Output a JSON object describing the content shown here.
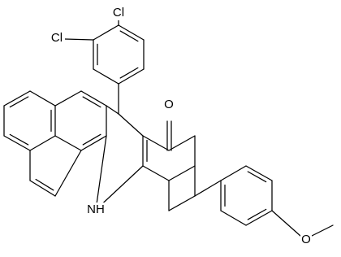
{
  "structure": {
    "atoms": {
      "cl_1": "Cl",
      "cl_2": "Cl",
      "o_ketone": "O",
      "nh": "NH",
      "o_methoxy": "O"
    }
  },
  "colors": {
    "bond": "#000000",
    "text": "#000000",
    "background": "#ffffff"
  }
}
